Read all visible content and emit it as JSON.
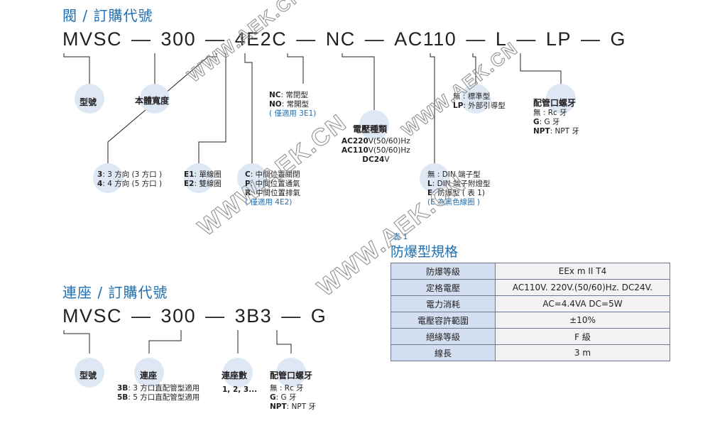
{
  "valve": {
    "title": "閥 / 訂購代號",
    "code": {
      "model": "MVSC",
      "width": "300",
      "dir": "4",
      "coil": "E2",
      "pos": "C",
      "nc": "NC",
      "volt": "AC110",
      "lead": "L",
      "lp": "LP",
      "port": "G",
      "sep": "—"
    },
    "bubbles": {
      "model": "型號",
      "width": "本體寬度",
      "volt": "電壓種類",
      "port": "配管口螺牙"
    },
    "nc_notes": {
      "nc_key": "NC",
      "nc_val": ": 常閉型",
      "no_key": "NO",
      "no_val": ": 常開型",
      "note": "( 僅適用 3E1)"
    },
    "volt_notes": [
      {
        "key": "AC220",
        "val": "V(50/60)Hz"
      },
      {
        "key": "AC110",
        "val": "V(50/60)Hz"
      },
      {
        "key": "DC24",
        "val": "V"
      }
    ],
    "lp_notes": {
      "none": "無 : 標準型",
      "lp_key": "LP",
      "lp_val": ": 外部引導型"
    },
    "port_notes": {
      "none": "無 : Rc 牙",
      "g_key": "G",
      "g_val": ": G 牙",
      "npt_key": "NPT",
      "npt_val": ": NPT 牙"
    },
    "dir_notes": [
      {
        "key": "3",
        "val": ": 3 方向 (3 方口 )"
      },
      {
        "key": "4",
        "val": ": 4 方向 (5 方口 )"
      }
    ],
    "coil_notes": [
      {
        "key": "E1",
        "val": ": 單線圈"
      },
      {
        "key": "E2",
        "val": ": 雙線圈"
      }
    ],
    "pos_notes": {
      "items": [
        {
          "key": "C",
          "val": ": 中間位置關閉"
        },
        {
          "key": "P",
          "val": ": 中間位置通氣"
        },
        {
          "key": "R",
          "val": ": 中間位置排氣"
        }
      ],
      "note": "( 僅適用 4E2)"
    },
    "lead_notes": {
      "none": "無 : DIN 端子型",
      "l_key": "L",
      "l_val": ": DIN 端子附燈型",
      "e_key": "E",
      "e_val": ": 防爆型 ( 表 1)",
      "note": "(E 為黑色線圈 )"
    }
  },
  "base": {
    "title": "連座 / 訂購代號",
    "code": {
      "model": "MVSC",
      "width": "300",
      "base": "3B",
      "count": "3",
      "port": "G",
      "sep": "—"
    },
    "bubbles": {
      "model": "型號",
      "base": "連座",
      "count": "連座數",
      "port": "配管口螺牙"
    },
    "base_notes": [
      {
        "key": "3B",
        "val": ": 3 方口直配管型適用"
      },
      {
        "key": "5B",
        "val": ": 5 方口直配管型適用"
      }
    ],
    "count_note": "1, 2, 3...",
    "port_notes": {
      "none": "無 : Rc 牙",
      "g_key": "G",
      "g_val": ": G 牙",
      "npt_key": "NPT",
      "npt_val": ": NPT 牙"
    }
  },
  "spec": {
    "tag": "表 1",
    "title": "防爆型規格",
    "rows": [
      {
        "k": "防爆等級",
        "v": "EEx m II T4"
      },
      {
        "k": "定格電壓",
        "v": "AC110V. 220V.(50/60)Hz. DC24V."
      },
      {
        "k": "電力消耗",
        "v": "AC=4.4VA  DC=5W"
      },
      {
        "k": "電壓容許範圍",
        "v": "±10%"
      },
      {
        "k": "絕緣等級",
        "v": "F 級"
      },
      {
        "k": "線長",
        "v": "3 m"
      }
    ]
  },
  "watermark": "WWW.AEK.CN",
  "colors": {
    "title_blue": "#1f6fb0",
    "bubble": "#dde8f4",
    "table_key": "#d3dff0",
    "table_val": "#f2f2f2"
  }
}
